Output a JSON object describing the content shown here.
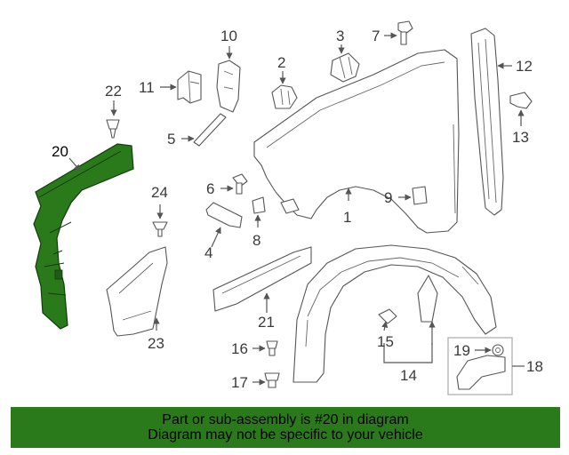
{
  "colors": {
    "highlight_fill": "#2a7a1c",
    "banner_background": "#2a7a1c",
    "line": "#555555"
  },
  "callouts": [
    "1",
    "2",
    "3",
    "4",
    "5",
    "6",
    "7",
    "8",
    "9",
    "10",
    "11",
    "12",
    "13",
    "14",
    "15",
    "16",
    "17",
    "18",
    "19",
    "20",
    "21",
    "22",
    "23",
    "24"
  ],
  "banner": {
    "line1": "Part or sub-assembly is #20 in diagram",
    "line2": "Diagram may not be specific to your vehicle"
  }
}
